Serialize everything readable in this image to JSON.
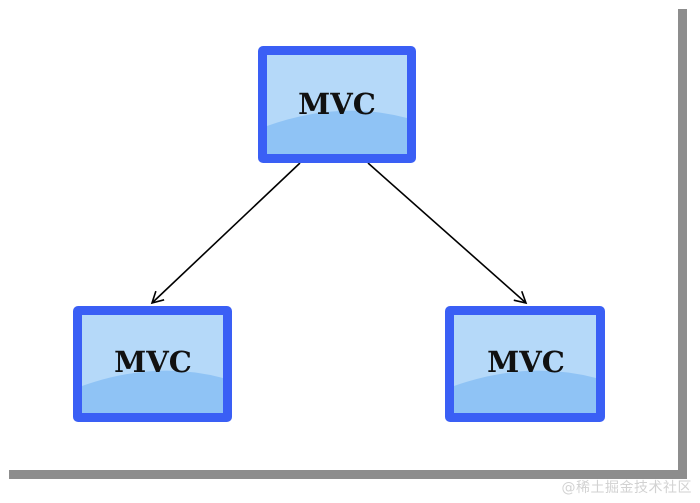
{
  "diagram": {
    "nodes": [
      {
        "id": "top",
        "label": "MVC"
      },
      {
        "id": "left",
        "label": "MVC"
      },
      {
        "id": "right",
        "label": "MVC"
      }
    ],
    "edges": [
      {
        "from": "top",
        "to": "left"
      },
      {
        "from": "top",
        "to": "right"
      }
    ]
  },
  "colors": {
    "box_border": "#3a5ff5",
    "box_fill": "#8fc3f5",
    "box_fill_light": "#b5d9f9",
    "arrow": "#000000",
    "panel_shadow": "#8d8d8d"
  },
  "watermark": "@稀土掘金技术社区"
}
